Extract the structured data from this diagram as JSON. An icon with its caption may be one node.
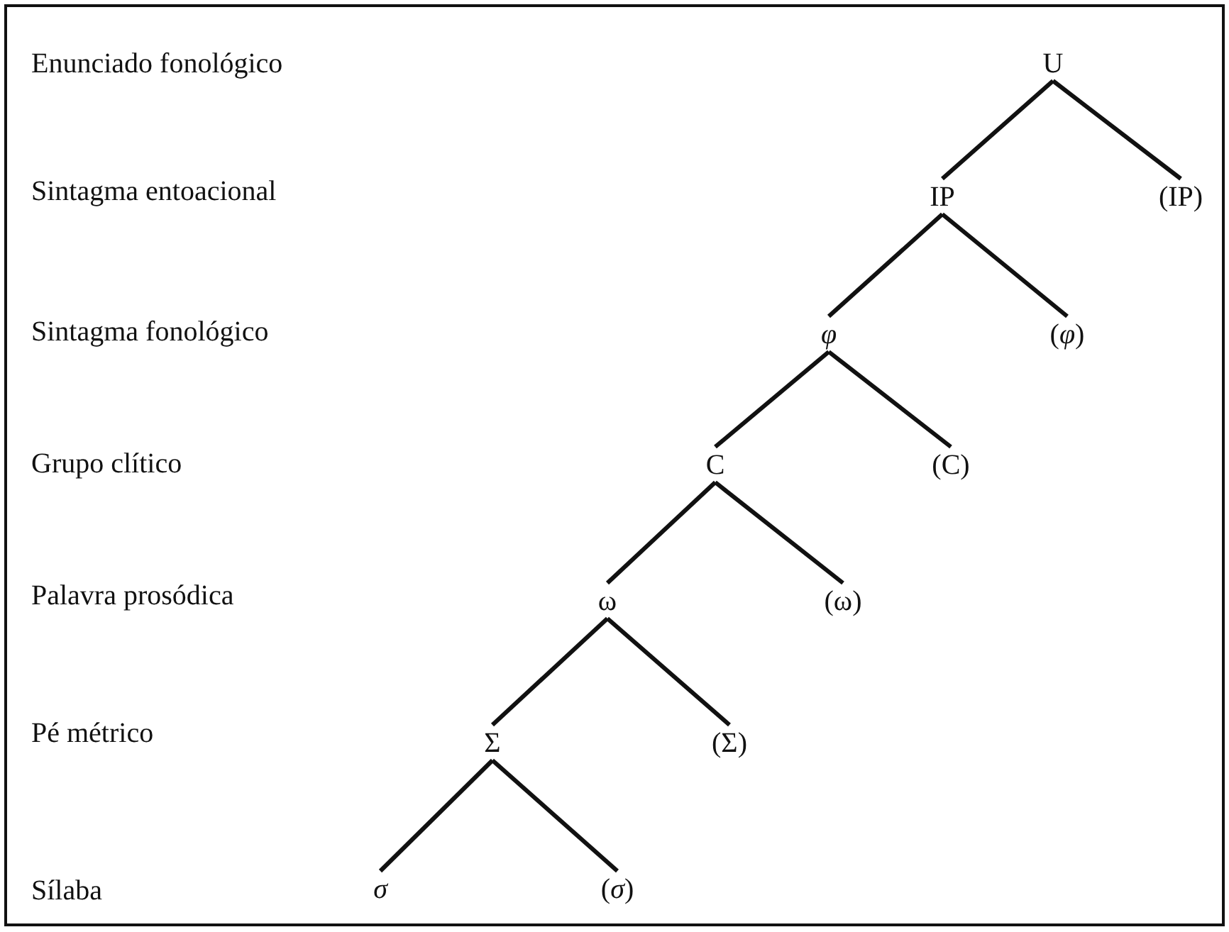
{
  "diagram": {
    "nodes": [
      {
        "text": [
          "U"
        ]
      },
      {
        "text": [
          "IP"
        ]
      },
      {
        "text": [
          "(IP)"
        ]
      },
      {
        "text": [
          "*φ*"
        ]
      },
      {
        "text": [
          "(*φ*)"
        ]
      },
      {
        "text": [
          "C"
        ]
      },
      {
        "text": [
          "(C)"
        ]
      },
      {
        "text": [
          "ω"
        ]
      },
      {
        "text": [
          "(ω)"
        ]
      },
      {
        "text": [
          "Σ"
        ]
      },
      {
        "text": [
          "(Σ)"
        ]
      },
      {
        "text": [
          "*σ*"
        ]
      },
      {
        "text": [
          "(*σ*)"
        ]
      }
    ],
    "edges": [
      {
        "from": 0,
        "to": 1,
        "arrow": "none"
      },
      {
        "from": 0,
        "to": 2,
        "arrow": "none"
      },
      {
        "from": 1,
        "to": 3,
        "arrow": "none"
      },
      {
        "from": 1,
        "to": 4,
        "arrow": "none"
      },
      {
        "from": 3,
        "to": 5,
        "arrow": "none"
      },
      {
        "from": 3,
        "to": 6,
        "arrow": "none"
      },
      {
        "from": 5,
        "to": 7,
        "arrow": "none"
      },
      {
        "from": 5,
        "to": 8,
        "arrow": "none"
      },
      {
        "from": 7,
        "to": 9,
        "arrow": "none"
      },
      {
        "from": 7,
        "to": 10,
        "arrow": "none"
      },
      {
        "from": 9,
        "to": 11,
        "arrow": "none"
      },
      {
        "from": 9,
        "to": 12,
        "arrow": "none"
      }
    ],
    "labels": [
      "Enunciado fonológico",
      "Sintagma entoacional",
      "Sintagma fonológico",
      "Grupo clítico",
      "Palavra prosódica",
      "Pé métrico",
      "Sílaba"
    ]
  }
}
